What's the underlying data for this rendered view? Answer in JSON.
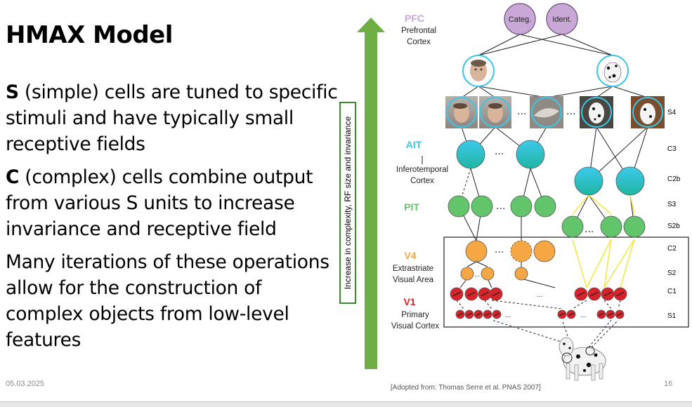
{
  "slide": {
    "title": "HMAX Model",
    "bullets": [
      {
        "bold": "S",
        "text": " (simple) cells are tuned to specific stimuli and have typically small receptive fields"
      },
      {
        "bold": "C",
        "text": " (complex) cells combine output from various S units to increase invariance and receptive field"
      },
      {
        "bold": "",
        "text": "Many iterations of these operations allow for the construction of complex objects from low-level features"
      }
    ],
    "date": "05.03.2025",
    "page_number": "16",
    "citation": "[Adopted from: Thomas Serre et al. PNAS 2007]"
  },
  "diagram": {
    "arrow_label": "Increase in complexity, RF size and invariance",
    "areas": {
      "pfc": {
        "abbr": "PFC",
        "line1": "Prefrontal",
        "line2": "Cortex",
        "color": "#c9a7d6"
      },
      "ait": {
        "abbr": "AIT",
        "line1": "Inferotemporal",
        "line2": "Cortex",
        "color": "#3cc6e8"
      },
      "pit": {
        "abbr": "PIT",
        "color": "#63c56b"
      },
      "v4": {
        "abbr": "V4",
        "line1": "Extrastriate",
        "line2": "Visual Area",
        "color": "#f4a742"
      },
      "v1": {
        "abbr": "V1",
        "line1": "Primary",
        "line2": "Visual Cortex",
        "color": "#d9232b"
      }
    },
    "output_nodes": [
      "Categ.",
      "Ident."
    ],
    "row_labels": [
      "S4",
      "C3",
      "C2b",
      "S3",
      "S2b",
      "C2",
      "S2",
      "C1",
      "S1"
    ],
    "ellipsis": "..."
  }
}
